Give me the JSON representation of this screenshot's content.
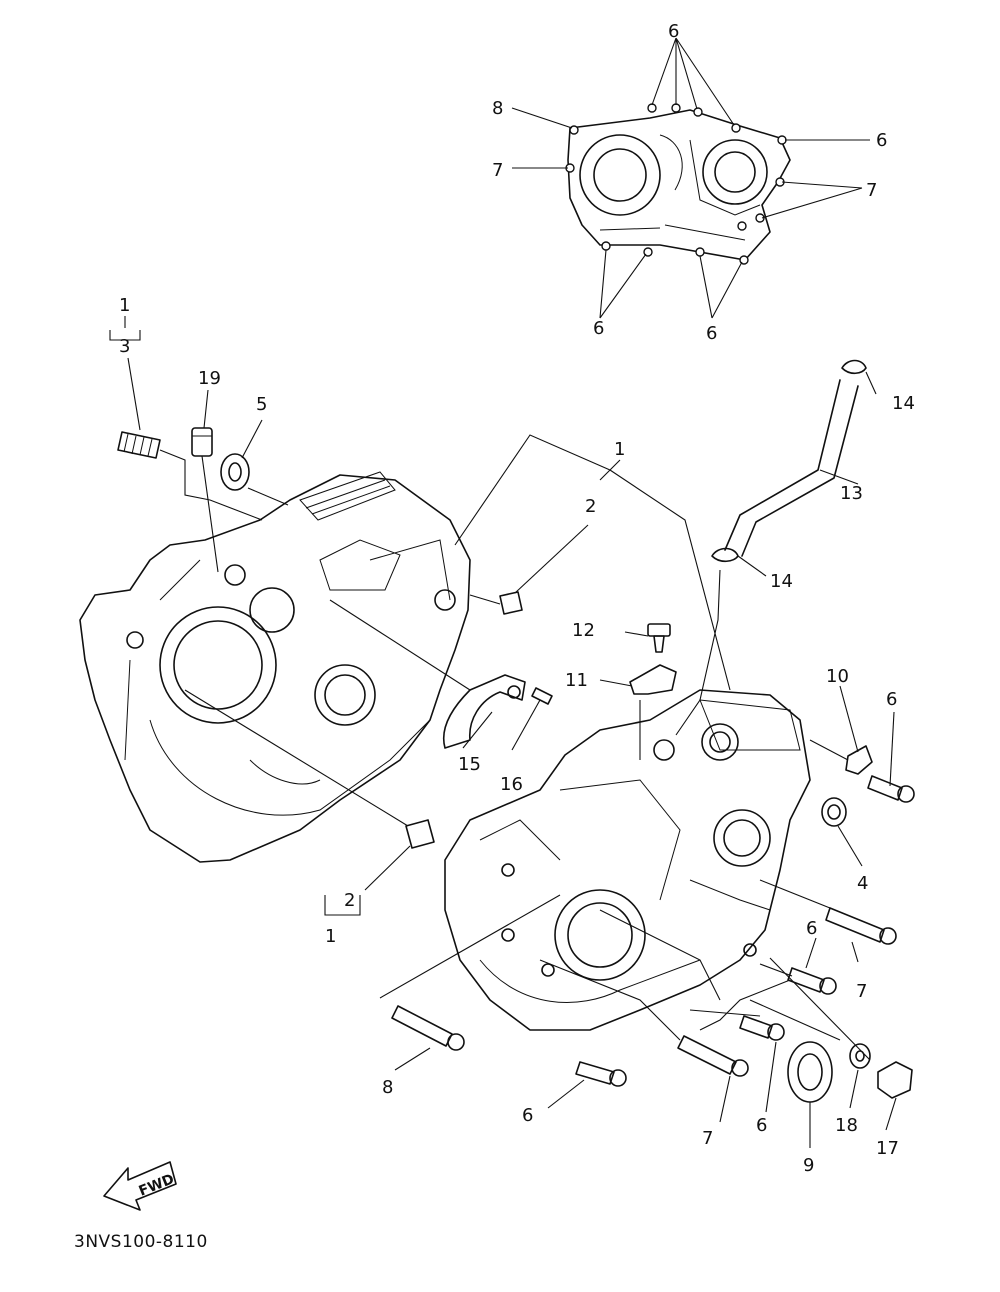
{
  "diagram_code": "3NVS100-8110",
  "fwd_label": "FWD",
  "callouts": {
    "c1a": "1",
    "c3": "3",
    "c19": "19",
    "c5": "5",
    "c1b": "1",
    "c2a": "2",
    "c6t1": "6",
    "c8t": "8",
    "c7t1": "7",
    "c6t2": "6",
    "c7t2": "7",
    "c6t3": "6",
    "c6t4": "6",
    "c14a": "14",
    "c13": "13",
    "c14b": "14",
    "c12": "12",
    "c11": "11",
    "c10": "10",
    "c6r": "6",
    "c15": "15",
    "c16": "16",
    "c4": "4",
    "c2b": "2",
    "c1c": "1",
    "c6m": "6",
    "c7m": "7",
    "c8b": "8",
    "c6b1": "6",
    "c7b": "7",
    "c6b2": "6",
    "c9": "9",
    "c18": "18",
    "c17": "17"
  }
}
